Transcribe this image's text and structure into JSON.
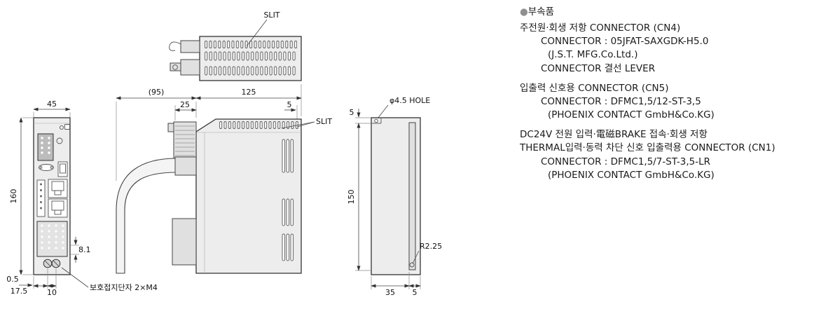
{
  "page": {
    "background": "#ffffff",
    "line_color": "#333333",
    "body_fill": "#ededed"
  },
  "drawing": {
    "top_view": {
      "slit_label": "SLIT"
    },
    "side_view": {
      "dim_95": "(95)",
      "dim_25": "25",
      "dim_125": "125",
      "dim_5": "5",
      "slit_label": "SLIT"
    },
    "front_view": {
      "width": "45",
      "height": "160",
      "dim_8_1": "8.1",
      "dim_0_5": "0.5",
      "dim_17_5": "17.5",
      "dim_10": "10",
      "earth_label": "보호접지단자 2×M4"
    },
    "rear_view": {
      "hole_label": "φ4.5 HOLE",
      "dim_5_top": "5",
      "height": "150",
      "radius_label": "R2.25",
      "dim_35": "35",
      "dim_5_bottom": "5"
    }
  },
  "accessories": {
    "bullet": "●",
    "title": "부속품",
    "cn4": {
      "heading": "주전원·회생 저항 CONNECTOR (CN4)",
      "connector": "CONNECTOR : 05JFAT-SAXGDK-H5.0",
      "maker": "(J.S.T. MFG.Co.Ltd.)",
      "lever": "CONNECTOR 결선 LEVER"
    },
    "cn5": {
      "heading": "입출력 신호용 CONNECTOR (CN5)",
      "connector": "CONNECTOR : DFMC1,5/12-ST-3,5",
      "maker": "(PHOENIX CONTACT GmbH&Co.KG)"
    },
    "cn1": {
      "heading_line1": "DC24V 전원 입력·電磁BRAKE 접속·회생 저항",
      "heading_line2": "THERMAL입력·동력 차단 신호 입출력용 CONNECTOR (CN1)",
      "connector": "CONNECTOR : DFMC1,5/7-ST-3,5-LR",
      "maker": "(PHOENIX CONTACT GmbH&Co.KG)"
    }
  }
}
